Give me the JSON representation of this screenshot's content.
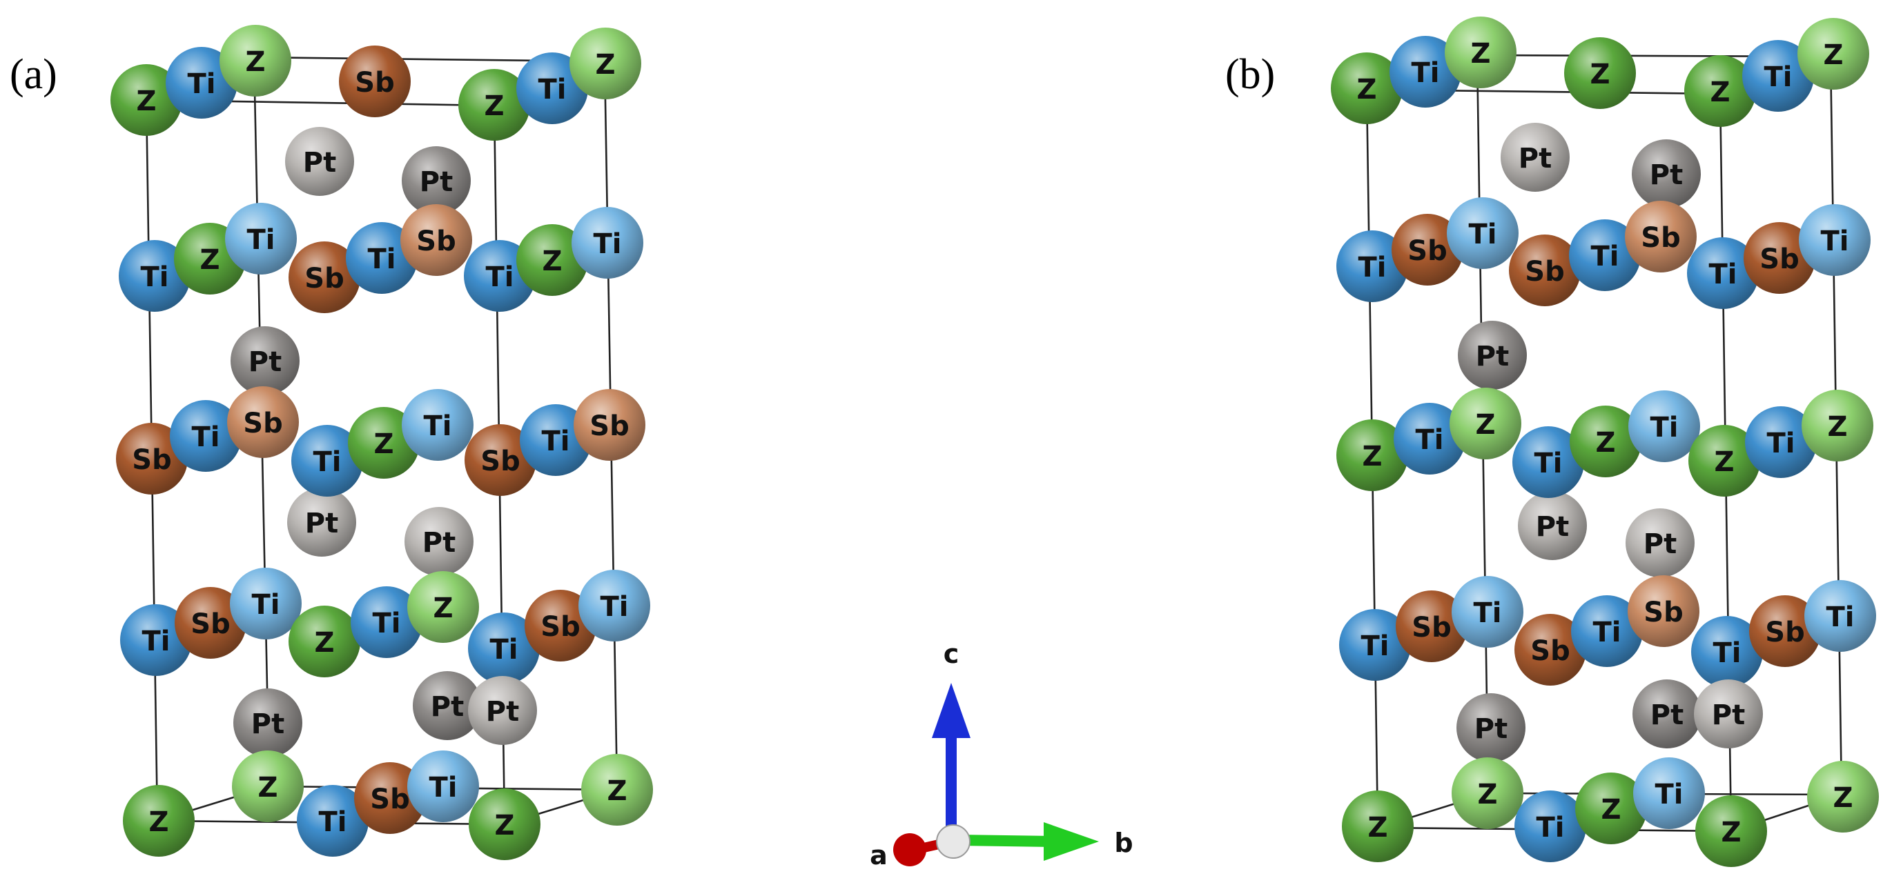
{
  "panels": [
    {
      "label": "(a)",
      "atoms": [
        {
          "el": "Z",
          "color": "green"
        },
        {
          "el": "Ti",
          "color": "blue"
        },
        {
          "el": "Z",
          "color": "green-light"
        },
        {
          "el": "Sb",
          "color": "brown"
        },
        {
          "el": "Z",
          "color": "green"
        },
        {
          "el": "Ti",
          "color": "blue"
        },
        {
          "el": "Z",
          "color": "green-light"
        },
        {
          "el": "Pt",
          "color": "gray-light"
        },
        {
          "el": "Pt",
          "color": "gray"
        },
        {
          "el": "Ti",
          "color": "blue"
        },
        {
          "el": "Z",
          "color": "green"
        },
        {
          "el": "Ti",
          "color": "blue-light"
        },
        {
          "el": "Sb",
          "color": "brown"
        },
        {
          "el": "Ti",
          "color": "blue"
        },
        {
          "el": "Sb",
          "color": "brown-light"
        },
        {
          "el": "Ti",
          "color": "blue"
        },
        {
          "el": "Z",
          "color": "green"
        },
        {
          "el": "Ti",
          "color": "blue-light"
        },
        {
          "el": "Pt",
          "color": "gray"
        },
        {
          "el": "Pt",
          "color": "gray-light"
        },
        {
          "el": "Sb",
          "color": "brown"
        },
        {
          "el": "Ti",
          "color": "blue"
        },
        {
          "el": "Sb",
          "color": "brown-light"
        },
        {
          "el": "Ti",
          "color": "blue"
        },
        {
          "el": "Z",
          "color": "green"
        },
        {
          "el": "Ti",
          "color": "blue-light"
        },
        {
          "el": "Sb",
          "color": "brown"
        },
        {
          "el": "Ti",
          "color": "blue"
        },
        {
          "el": "Sb",
          "color": "brown-light"
        },
        {
          "el": "Pt",
          "color": "gray-light"
        },
        {
          "el": "Pt",
          "color": "gray"
        },
        {
          "el": "Ti",
          "color": "blue"
        },
        {
          "el": "Sb",
          "color": "brown"
        },
        {
          "el": "Ti",
          "color": "blue-light"
        },
        {
          "el": "Z",
          "color": "green"
        },
        {
          "el": "Ti",
          "color": "blue"
        },
        {
          "el": "Z",
          "color": "green-light"
        },
        {
          "el": "Ti",
          "color": "blue"
        },
        {
          "el": "Sb",
          "color": "brown"
        },
        {
          "el": "Ti",
          "color": "blue-light"
        },
        {
          "el": "Pt",
          "color": "gray"
        },
        {
          "el": "Pt",
          "color": "gray-light"
        },
        {
          "el": "Z",
          "color": "green"
        },
        {
          "el": "Z",
          "color": "green-light"
        },
        {
          "el": "Ti",
          "color": "blue"
        },
        {
          "el": "Sb",
          "color": "brown"
        },
        {
          "el": "Ti",
          "color": "blue-light"
        },
        {
          "el": "Z",
          "color": "green"
        },
        {
          "el": "Z",
          "color": "green-light"
        }
      ]
    },
    {
      "label": "(b)",
      "atoms": [
        {
          "el": "Z",
          "color": "green"
        },
        {
          "el": "Ti",
          "color": "blue"
        },
        {
          "el": "Z",
          "color": "green-light"
        },
        {
          "el": "Z",
          "color": "green"
        },
        {
          "el": "Z",
          "color": "green"
        },
        {
          "el": "Ti",
          "color": "blue"
        },
        {
          "el": "Z",
          "color": "green-light"
        },
        {
          "el": "Pt",
          "color": "gray-light"
        },
        {
          "el": "Pt",
          "color": "gray"
        },
        {
          "el": "Ti",
          "color": "blue"
        },
        {
          "el": "Sb",
          "color": "brown"
        },
        {
          "el": "Ti",
          "color": "blue-light"
        },
        {
          "el": "Sb",
          "color": "brown"
        },
        {
          "el": "Ti",
          "color": "blue"
        },
        {
          "el": "Sb",
          "color": "brown-light"
        },
        {
          "el": "Ti",
          "color": "blue"
        },
        {
          "el": "Sb",
          "color": "brown"
        },
        {
          "el": "Ti",
          "color": "blue-light"
        },
        {
          "el": "Pt",
          "color": "gray"
        },
        {
          "el": "Pt",
          "color": "gray-light"
        },
        {
          "el": "Z",
          "color": "green"
        },
        {
          "el": "Ti",
          "color": "blue"
        },
        {
          "el": "Z",
          "color": "green-light"
        },
        {
          "el": "Ti",
          "color": "blue"
        },
        {
          "el": "Z",
          "color": "green"
        },
        {
          "el": "Ti",
          "color": "blue-light"
        },
        {
          "el": "Z",
          "color": "green"
        },
        {
          "el": "Ti",
          "color": "blue"
        },
        {
          "el": "Z",
          "color": "green-light"
        },
        {
          "el": "Pt",
          "color": "gray-light"
        },
        {
          "el": "Pt",
          "color": "gray"
        },
        {
          "el": "Ti",
          "color": "blue"
        },
        {
          "el": "Sb",
          "color": "brown"
        },
        {
          "el": "Ti",
          "color": "blue-light"
        },
        {
          "el": "Sb",
          "color": "brown"
        },
        {
          "el": "Ti",
          "color": "blue"
        },
        {
          "el": "Sb",
          "color": "brown-light"
        },
        {
          "el": "Ti",
          "color": "blue"
        },
        {
          "el": "Sb",
          "color": "brown"
        },
        {
          "el": "Ti",
          "color": "blue-light"
        },
        {
          "el": "Pt",
          "color": "gray"
        },
        {
          "el": "Pt",
          "color": "gray-light"
        },
        {
          "el": "Z",
          "color": "green"
        },
        {
          "el": "Z",
          "color": "green-light"
        },
        {
          "el": "Ti",
          "color": "blue"
        },
        {
          "el": "Z",
          "color": "green"
        },
        {
          "el": "Ti",
          "color": "blue-light"
        },
        {
          "el": "Z",
          "color": "green"
        },
        {
          "el": "Z",
          "color": "green-light"
        }
      ]
    }
  ],
  "axes": {
    "a": "a",
    "b": "b",
    "c": "c",
    "colors": {
      "a": "#c00000",
      "b": "#22cc22",
      "c": "#1a2ed6",
      "origin": "#e8e8e8"
    }
  },
  "palette": {
    "green": "#5aa83c",
    "green-light": "#8ccf6d",
    "blue": "#3f8fce",
    "blue-light": "#76b6e3",
    "brown": "#a85a2e",
    "brown-light": "#c98b64",
    "gray": "#8f8c8a",
    "gray-light": "#b9b6b3"
  }
}
